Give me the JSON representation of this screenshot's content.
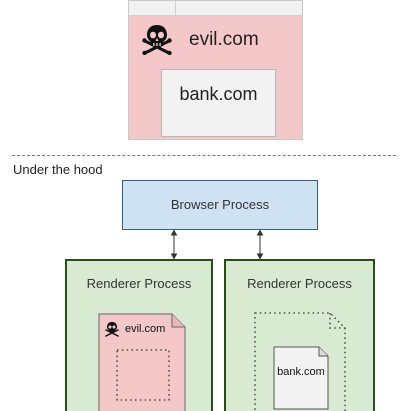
{
  "browser_window": {
    "site_label": "evil.com",
    "embedded_frame_label": "bank.com",
    "tab_icon": "skull-icon",
    "colors": {
      "page_background": "#f4c7c9",
      "frame_background": "#f2f2f2"
    }
  },
  "section": {
    "heading": "Under the hood"
  },
  "browser_process": {
    "label": "Browser Process",
    "color": "#cfe2f3",
    "border_color": "#2f5f8a"
  },
  "renderers": [
    {
      "label": "Renderer Process",
      "document_label": "evil.com",
      "document_icon": "skull-icon",
      "document_color": "#f4c7c9"
    },
    {
      "label": "Renderer Process",
      "document_label": "bank.com",
      "document_color": "#f2f2f2"
    }
  ],
  "colors": {
    "renderer_background": "#d9ead3",
    "renderer_border": "#274e13",
    "separator": "#777777"
  }
}
